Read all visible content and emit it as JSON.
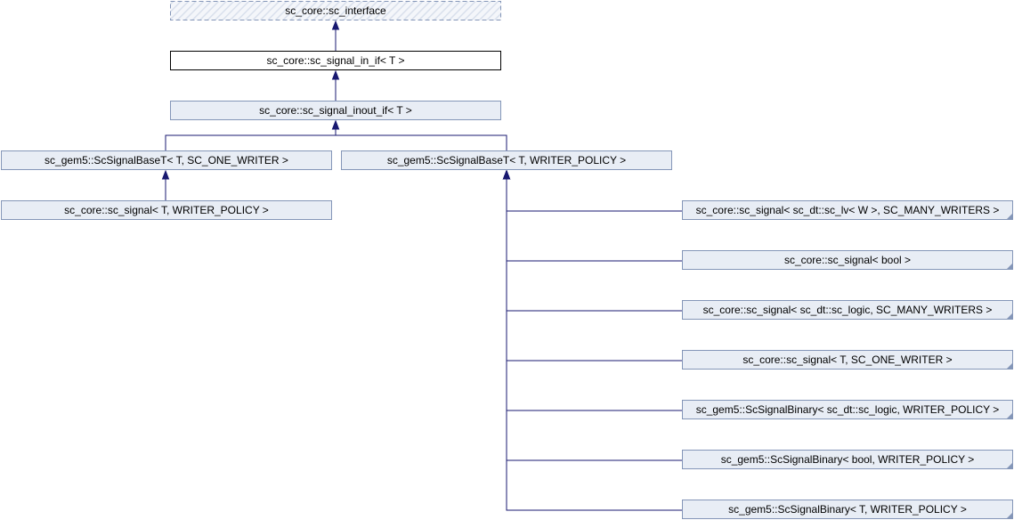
{
  "nodes": [
    {
      "id": "n1",
      "label": "sc_core::sc_interface",
      "style": "external"
    },
    {
      "id": "n2",
      "label": "sc_core::sc_signal_in_if< T >",
      "style": "current"
    },
    {
      "id": "n3",
      "label": "sc_core::sc_signal_inout_if< T >",
      "style": "normal"
    },
    {
      "id": "n4",
      "label": "sc_gem5::ScSignalBaseT< T, SC_ONE_WRITER >",
      "style": "normal"
    },
    {
      "id": "n5",
      "label": "sc_gem5::ScSignalBaseT< T, WRITER_POLICY >",
      "style": "normal"
    },
    {
      "id": "n6",
      "label": "sc_core::sc_signal< T, WRITER_POLICY >",
      "style": "normal"
    },
    {
      "id": "n7",
      "label": "sc_core::sc_signal< sc_dt::sc_lv< W >, SC_MANY_WRITERS >",
      "style": "truncated"
    },
    {
      "id": "n8",
      "label": "sc_core::sc_signal< bool >",
      "style": "truncated"
    },
    {
      "id": "n9",
      "label": "sc_core::sc_signal< sc_dt::sc_logic, SC_MANY_WRITERS >",
      "style": "truncated"
    },
    {
      "id": "n10",
      "label": "sc_core::sc_signal< T, SC_ONE_WRITER >",
      "style": "truncated"
    },
    {
      "id": "n11",
      "label": "sc_gem5::ScSignalBinary< sc_dt::sc_logic, WRITER_POLICY >",
      "style": "truncated"
    },
    {
      "id": "n12",
      "label": "sc_gem5::ScSignalBinary< bool, WRITER_POLICY >",
      "style": "truncated"
    },
    {
      "id": "n13",
      "label": "sc_gem5::ScSignalBinary< T, WRITER_POLICY >",
      "style": "truncated"
    }
  ],
  "edges": [
    {
      "from": "n2",
      "to": "n1"
    },
    {
      "from": "n3",
      "to": "n2"
    },
    {
      "from": "n4",
      "to": "n3"
    },
    {
      "from": "n5",
      "to": "n3"
    },
    {
      "from": "n6",
      "to": "n4"
    },
    {
      "from": "n7",
      "to": "n5"
    },
    {
      "from": "n8",
      "to": "n5"
    },
    {
      "from": "n9",
      "to": "n5"
    },
    {
      "from": "n10",
      "to": "n5"
    },
    {
      "from": "n11",
      "to": "n5"
    },
    {
      "from": "n12",
      "to": "n5"
    },
    {
      "from": "n13",
      "to": "n5"
    }
  ],
  "colors": {
    "edge": "#191970",
    "node_fill": "#e8edf5",
    "node_border": "#8496b8",
    "current_fill": "#ffffff",
    "current_border": "#000000",
    "external_border": "#8496b8",
    "hatch": "#d9e0ec"
  }
}
